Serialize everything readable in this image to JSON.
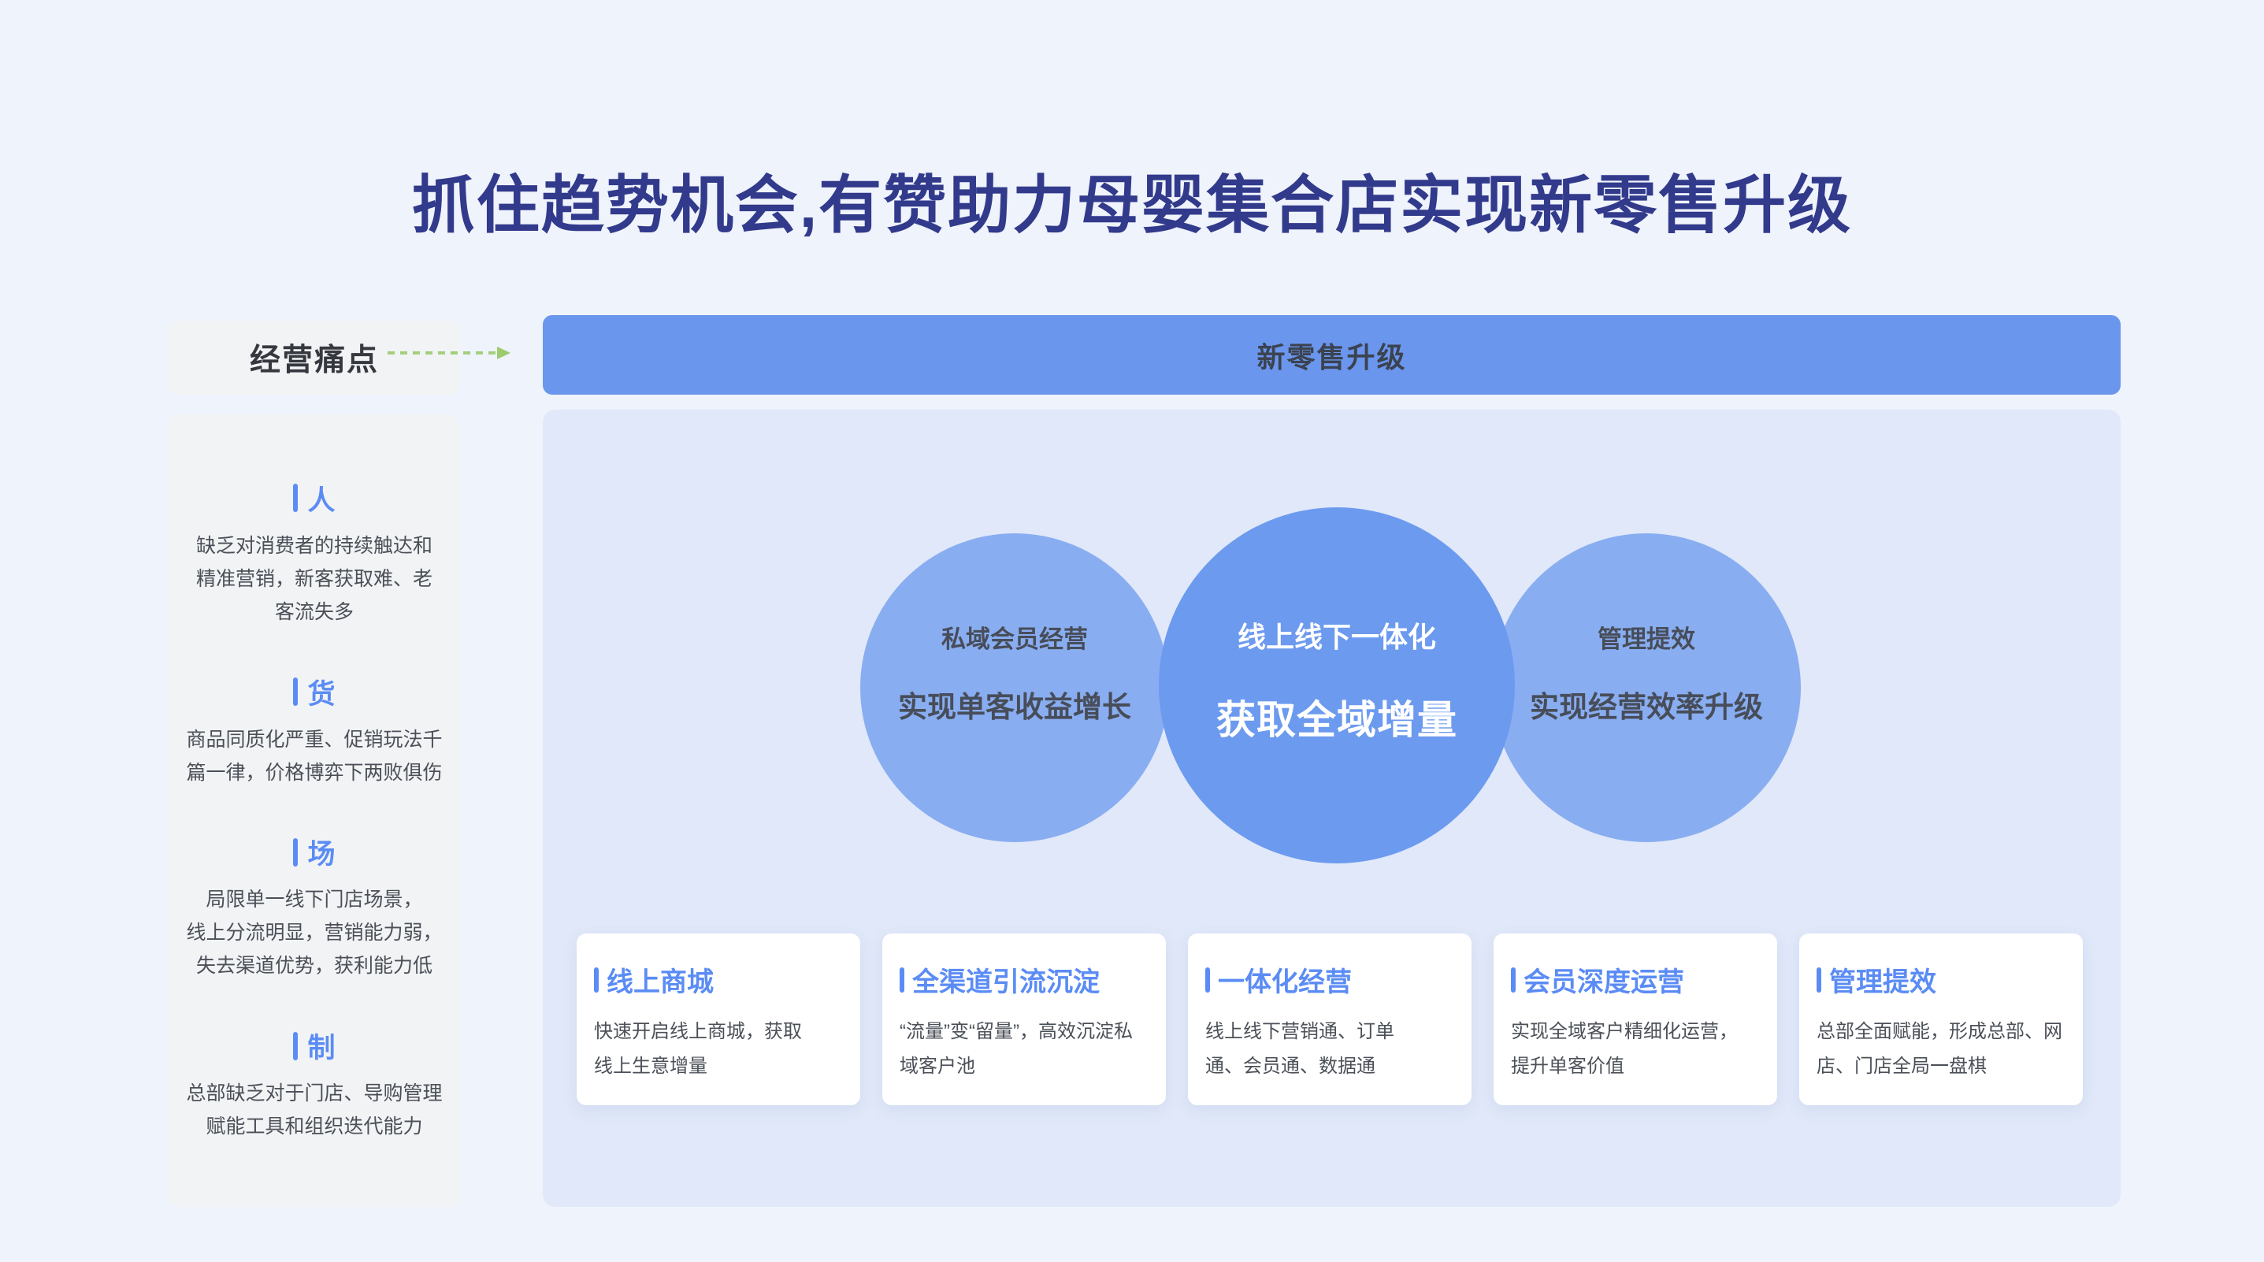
{
  "page": {
    "title": "抓住趋势机会,有赞助力母婴集合店实现新零售升级"
  },
  "colors": {
    "page_background": "#EFF3FB",
    "title_text": "#323A8C",
    "accent_blue": "#5B8CF5",
    "bar_background": "#6B96EE",
    "panel_background": "#E0E8F9",
    "side_circle": "#89ADF1",
    "center_circle": "#6C9AEF",
    "sidebar_box": "#F2F3F5",
    "arrow_green": "#A3CF7C",
    "dark_text": "#3B4350",
    "body_text": "#4B5058"
  },
  "sidebar": {
    "header": "经营痛点",
    "sections": [
      {
        "label": "人",
        "body": "缺乏对消费者的持续触达和\n精准营销，新客获取难、老\n客流失多"
      },
      {
        "label": "货",
        "body": "商品同质化严重、促销玩法千\n篇一律，价格博弈下两败俱伤"
      },
      {
        "label": "场",
        "body": "局限单一线下门店场景，\n线上分流明显，营销能力弱，\n失去渠道优势，获利能力低"
      },
      {
        "label": "制",
        "body": "总部缺乏对于门店、导购管理\n赋能工具和组织迭代能力"
      }
    ]
  },
  "flow": {
    "header": "新零售升级",
    "circles": [
      {
        "line1": "私域会员经营",
        "line2": "实现单客收益增长"
      },
      {
        "line1": "线上线下一体化",
        "line2": "获取全域增量"
      },
      {
        "line1": "管理提效",
        "line2": "实现经营效率升级"
      }
    ],
    "cards": [
      {
        "title": "线上商城",
        "body": "快速开启线上商城，获取\n线上生意增量"
      },
      {
        "title": "全渠道引流沉淀",
        "body": "“流量”变“留量”，高效沉淀私\n域客户池"
      },
      {
        "title": "一体化经营",
        "body": "线上线下营销通、订单\n通、会员通、数据通"
      },
      {
        "title": "会员深度运营",
        "body": "实现全域客户精细化运营，\n提升单客价值"
      },
      {
        "title": "管理提效",
        "body": "总部全面赋能，形成总部、网\n店、门店全局一盘棋"
      }
    ]
  }
}
